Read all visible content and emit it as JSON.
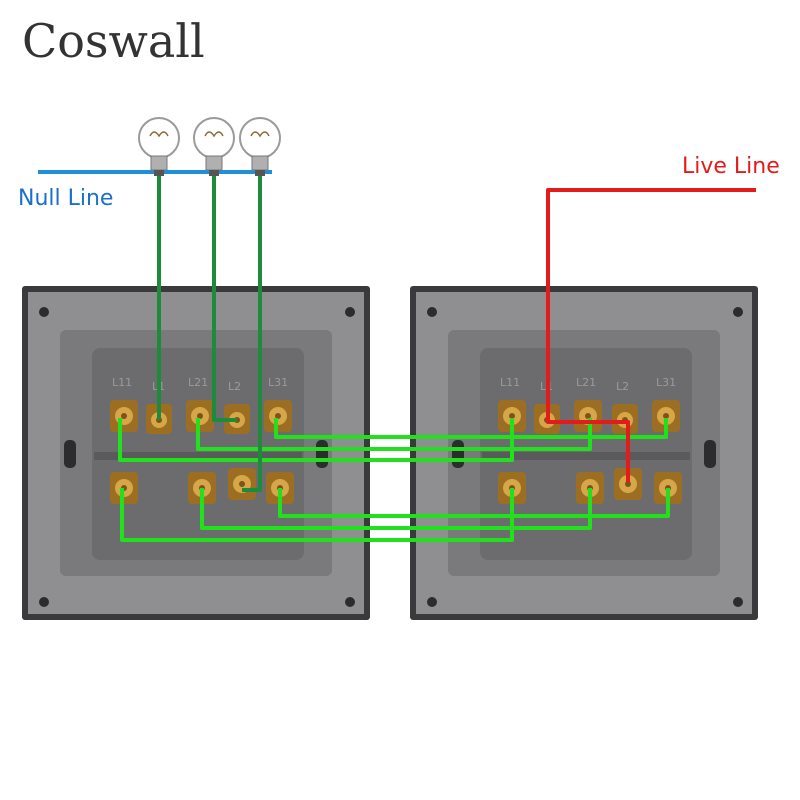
{
  "brand": {
    "logo": "Coswall"
  },
  "labels": {
    "null_line": "Null Line",
    "live_line": "Live Line"
  },
  "colors": {
    "null_line": "#1f8fd8",
    "null_label": "#1a6fd0",
    "live_line": "#e31b1b",
    "live_label": "#e31b1b",
    "switch_wire": "#22e01e",
    "lamp_wire": "#1e8a3c",
    "plate_outer": "#3a3a3c",
    "plate_face": "#8f8f91",
    "switch_body": "#6c6c6e",
    "terminal": "#b8862a"
  },
  "switches": [
    {
      "name": "left",
      "top_row": [
        "L11",
        "L1",
        "L21",
        "L2",
        "L31"
      ]
    },
    {
      "name": "right",
      "top_row": [
        "L11",
        "L1",
        "L21",
        "L2",
        "L31"
      ]
    }
  ],
  "lamps": 3
}
